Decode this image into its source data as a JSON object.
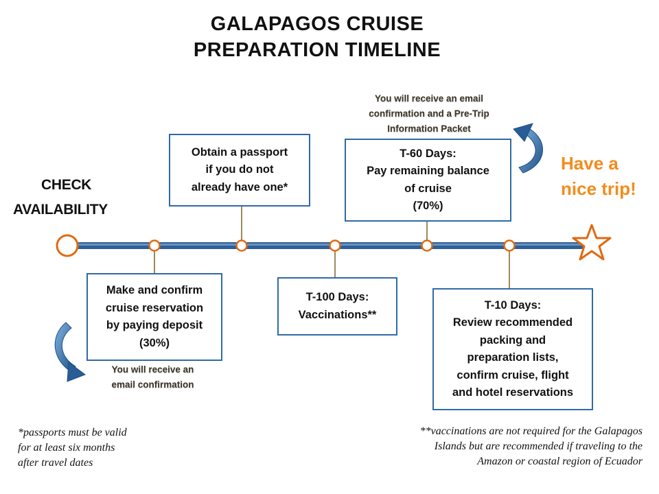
{
  "title": {
    "line1": "GALAPAGOS CRUISE",
    "line2": "PREPARATION TIMELINE"
  },
  "start_label": {
    "line1": "CHECK",
    "line2": "AVAILABILITY"
  },
  "steps": {
    "reservation": {
      "lines": [
        "Make and confirm",
        "cruise reservation",
        "by paying  deposit",
        "(30%)"
      ]
    },
    "passport": {
      "lines": [
        "Obtain a passport",
        "if you do not",
        "already have one*"
      ]
    },
    "vaccinations": {
      "lines": [
        "T-100 Days:",
        "Vaccinations**"
      ]
    },
    "balance": {
      "lines": [
        "T-60 Days:",
        "Pay remaining  balance",
        "of cruise",
        "(70%)"
      ]
    },
    "review": {
      "lines": [
        "T-10 Days:",
        "Review recommended",
        "packing  and",
        "preparation lists,",
        "confirm cruise, flight",
        "and hotel reservations"
      ]
    }
  },
  "notes": {
    "deposit_email": {
      "lines": [
        "You will receive an",
        "email confirmation"
      ]
    },
    "balance_email": {
      "lines": [
        "You will receive an email",
        "confirmation and a Pre-Trip",
        "Information Packet"
      ]
    }
  },
  "end_label": {
    "line1": "Have a",
    "line2": "nice trip!"
  },
  "footnotes": {
    "passport": {
      "lines": [
        "*passports must be valid",
        "for at least six months",
        "after travel dates"
      ]
    },
    "vaccinations": {
      "lines": [
        "**vaccinations are not required for the Galapagos",
        "Islands but are recommended if traveling to the",
        "Amazon or coastal region of Ecuador"
      ]
    }
  },
  "colors": {
    "accent": "#f28c1c",
    "box_border": "#2e6aa6",
    "timeline": "#2f5f96",
    "connector": "#9a8a5a"
  },
  "icons": [
    "start-circle-icon",
    "milestone-dot-icon",
    "star-icon",
    "curved-arrow-icon"
  ]
}
